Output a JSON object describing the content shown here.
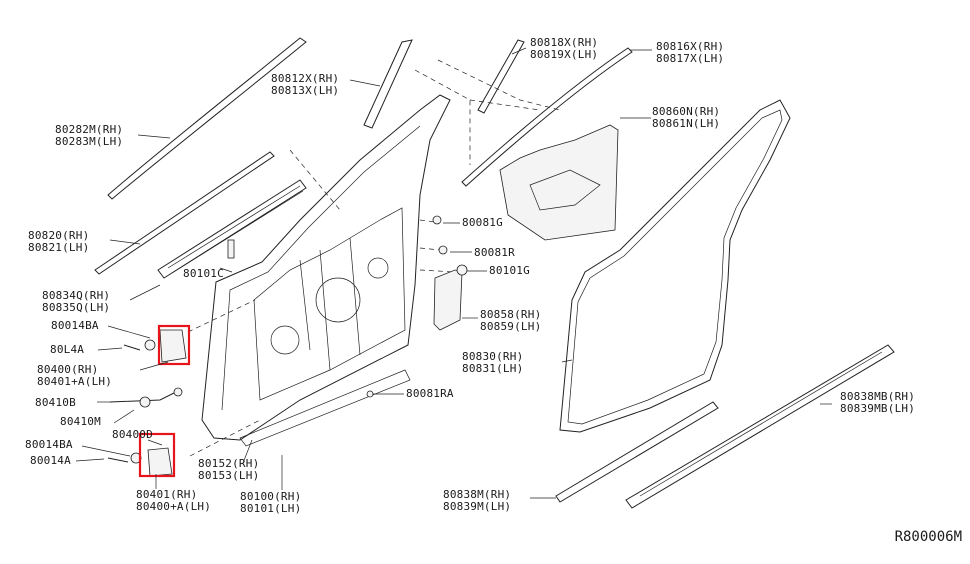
{
  "diagram": {
    "code": "R800006M",
    "highlight_color": "#e8141c",
    "labels": {
      "l80282": [
        "80282M(RH)",
        "80283M(LH)"
      ],
      "l80812": [
        "80812X(RH)",
        "80813X(LH)"
      ],
      "l80818": [
        "80818X(RH)",
        "80819X(LH)"
      ],
      "l80816": [
        "80816X(RH)",
        "80817X(LH)"
      ],
      "l80860": [
        "80860N(RH)",
        "80861N(LH)"
      ],
      "l80820": [
        "80820(RH)",
        "80821(LH)"
      ],
      "l80101C": [
        "80101C"
      ],
      "l80081G": [
        "80081G"
      ],
      "l80081R": [
        "80081R"
      ],
      "l80101G": [
        "80101G"
      ],
      "l80834": [
        "80834Q(RH)",
        "80835Q(LH)"
      ],
      "l80014BA_top": [
        "80014BA"
      ],
      "l80L4A": [
        "80L4A"
      ],
      "l80858": [
        "80858(RH)",
        "80859(LH)"
      ],
      "l80400": [
        "80400(RH)",
        "80401+A(LH)"
      ],
      "l80830": [
        "80830(RH)",
        "80831(LH)"
      ],
      "l80410B": [
        "80410B"
      ],
      "l80081RA": [
        "80081RA"
      ],
      "l80410M": [
        "80410M"
      ],
      "l80400D": [
        "80400D"
      ],
      "l80838MB": [
        "80838MB(RH)",
        "80839MB(LH)"
      ],
      "l80014BA_bot": [
        "80014BA"
      ],
      "l80014A": [
        "80014A"
      ],
      "l80152": [
        "80152(RH)",
        "80153(LH)"
      ],
      "l80401": [
        "80401(RH)",
        "80400+A(LH)"
      ],
      "l80100": [
        "80100(RH)",
        "80101(LH)"
      ],
      "l80838M": [
        "80838M(RH)",
        "80839M(LH)"
      ]
    }
  }
}
